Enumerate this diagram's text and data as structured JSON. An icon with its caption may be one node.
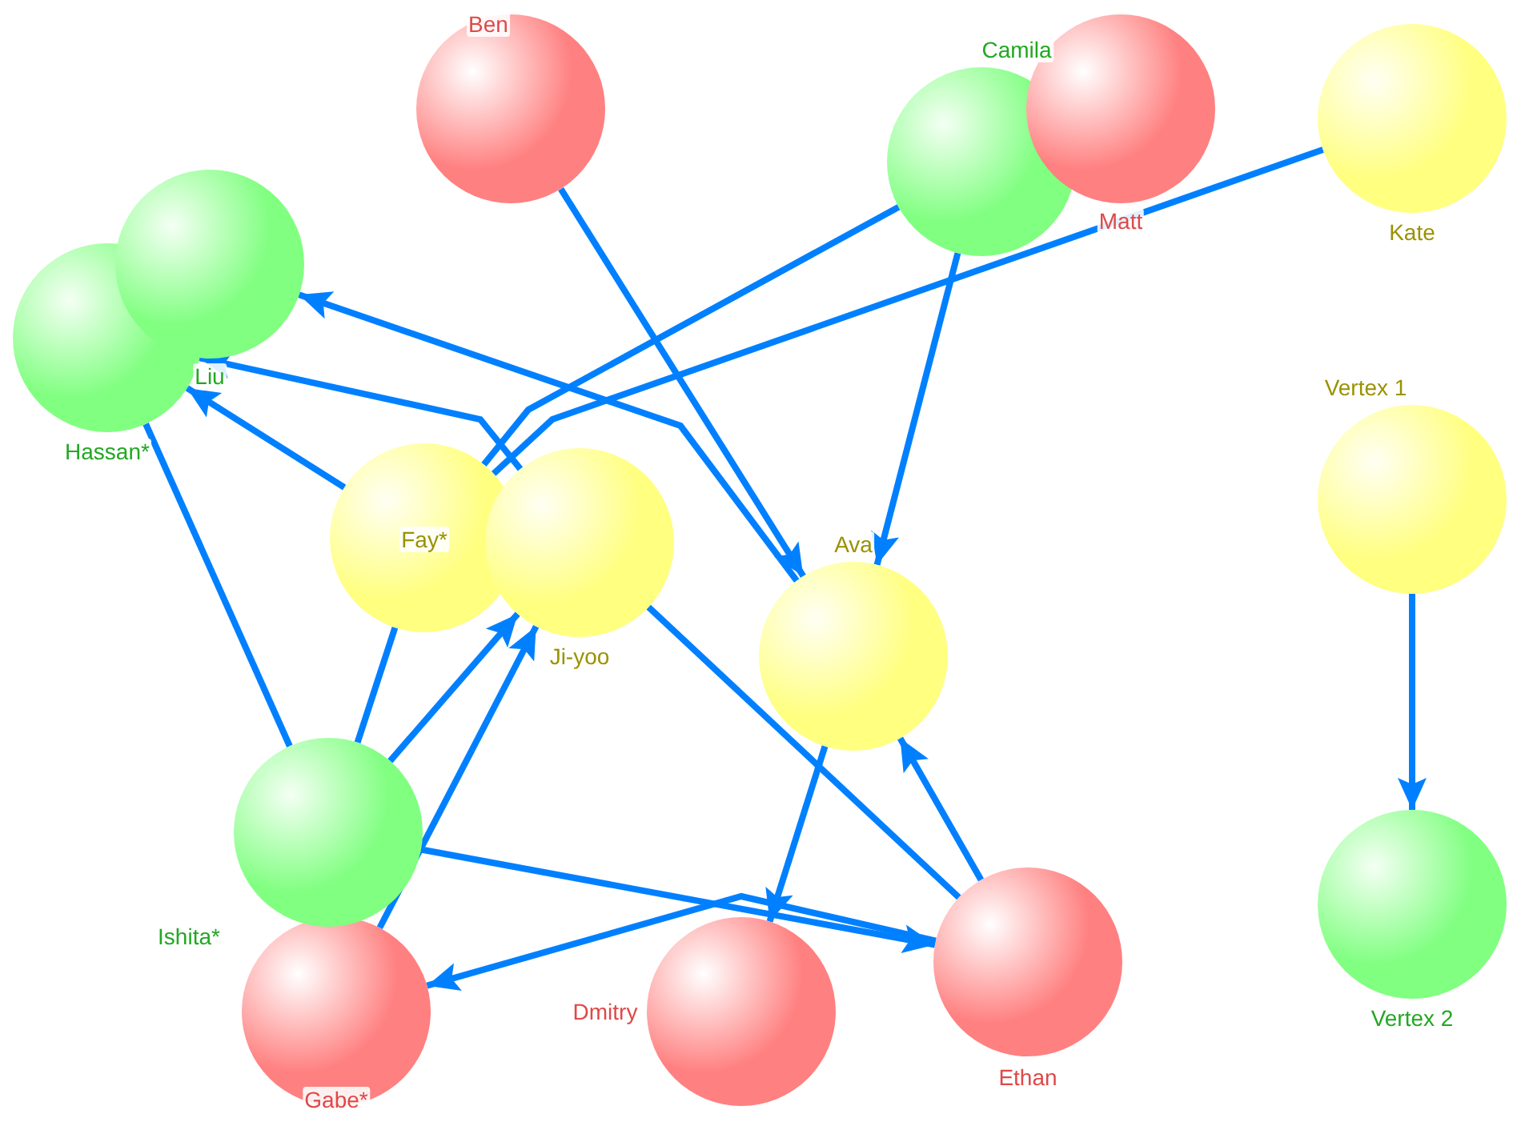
{
  "diagram": {
    "nodes": [
      {
        "text": [
          "Ben"
        ]
      },
      {
        "text": [
          "Camila"
        ]
      },
      {
        "text": [
          "Matt"
        ]
      },
      {
        "text": [
          "Kate"
        ]
      },
      {
        "text": [
          "Hassan*"
        ]
      },
      {
        "text": [
          "Liu"
        ]
      },
      {
        "text": [
          "Fay*"
        ]
      },
      {
        "text": [
          "Ji-yoo"
        ]
      },
      {
        "text": [
          "Ava"
        ]
      },
      {
        "text": [
          "Vertex 1"
        ]
      },
      {
        "text": [
          "Gabe*"
        ]
      },
      {
        "text": [
          "Ishita*"
        ]
      },
      {
        "text": [
          "Dmitry"
        ]
      },
      {
        "text": [
          "Ethan"
        ]
      },
      {
        "text": [
          "Vertex 2"
        ]
      }
    ],
    "edges": [
      {
        "from": 0,
        "to": 8,
        "arrow": "to"
      },
      {
        "from": 1,
        "to": 8,
        "arrow": "to"
      },
      {
        "from": 1,
        "to": 6,
        "arrow": "none"
      },
      {
        "from": 3,
        "to": 6,
        "arrow": "none"
      },
      {
        "from": 8,
        "to": 5,
        "arrow": "to"
      },
      {
        "from": 7,
        "to": 4,
        "arrow": "to"
      },
      {
        "from": 6,
        "to": 4,
        "arrow": "to"
      },
      {
        "from": 4,
        "to": 11,
        "arrow": "none"
      },
      {
        "from": 6,
        "to": 11,
        "arrow": "none"
      },
      {
        "from": 11,
        "to": 7,
        "arrow": "to"
      },
      {
        "from": 10,
        "to": 7,
        "arrow": "to"
      },
      {
        "from": 7,
        "to": 13,
        "arrow": "none"
      },
      {
        "from": 11,
        "to": 13,
        "arrow": "to"
      },
      {
        "from": 13,
        "to": 8,
        "arrow": "to"
      },
      {
        "from": 8,
        "to": 12,
        "arrow": "to"
      },
      {
        "from": 13,
        "to": 10,
        "arrow": "to"
      },
      {
        "from": 9,
        "to": 14,
        "arrow": "to"
      }
    ]
  }
}
